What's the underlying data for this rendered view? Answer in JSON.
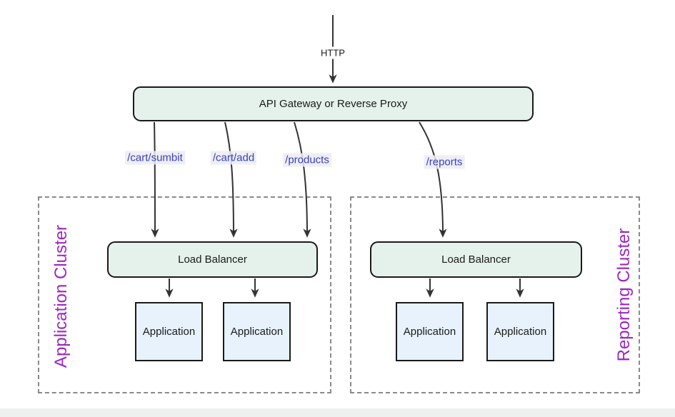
{
  "diagram": {
    "entry": {
      "protocol_label": "HTTP"
    },
    "gateway": {
      "label": "API Gateway or Reverse Proxy"
    },
    "routes": [
      {
        "path": "/cart/sumbit",
        "target_cluster": "Application Cluster"
      },
      {
        "path": "/cart/add",
        "target_cluster": "Application Cluster"
      },
      {
        "path": "/products",
        "target_cluster": "Application Cluster"
      },
      {
        "path": "/reports",
        "target_cluster": "Reporting Cluster"
      }
    ],
    "clusters": [
      {
        "label": "Application Cluster",
        "load_balancer_label": "Load Balancer",
        "applications": [
          "Application",
          "Application"
        ]
      },
      {
        "label": "Reporting Cluster",
        "load_balancer_label": "Load Balancer",
        "applications": [
          "Application",
          "Application"
        ]
      }
    ],
    "colors": {
      "gateway_fill": "#e5f2eb",
      "load_balancer_fill": "#e5f2eb",
      "application_fill": "#e7f2fc",
      "node_border": "#1a1a1a",
      "edge_stroke": "#333333",
      "route_label_text": "#3b42bb",
      "cluster_label_text": "#9c27c0",
      "cluster_border": "#8a8a8a",
      "node_text": "#1a1a1a"
    }
  }
}
